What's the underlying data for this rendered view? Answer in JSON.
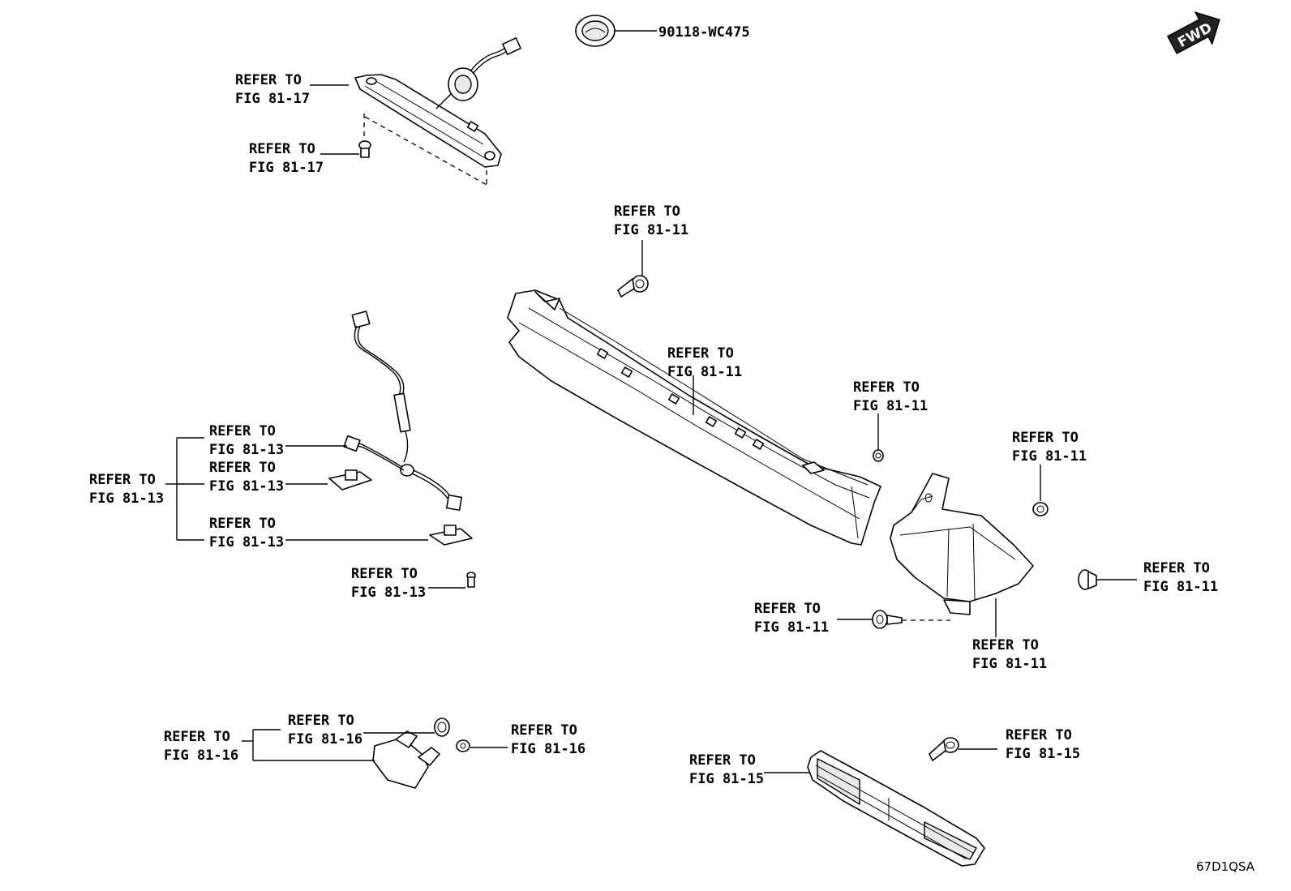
{
  "part_number": "90118-WC475",
  "fwd_label": "FWD",
  "diagram_code": "67D1QSA",
  "refer_line": "REFER TO",
  "callouts": {
    "c1": "FIG 81-17",
    "c2": "FIG 81-17",
    "c3": "FIG 81-11",
    "c4": "FIG 81-11",
    "c5": "FIG 81-11",
    "c6": "FIG 81-11",
    "c7": "FIG 81-11",
    "c8": "FIG 81-11",
    "c9": "FIG 81-11",
    "c10": "FIG 81-13",
    "c11": "FIG 81-13",
    "c12": "FIG 81-13",
    "c13": "FIG 81-13",
    "c14": "FIG 81-13",
    "c15": "FIG 81-16",
    "c16": "FIG 81-16",
    "c17": "FIG 81-16",
    "c18": "FIG 81-15",
    "c19": "FIG 81-15"
  }
}
